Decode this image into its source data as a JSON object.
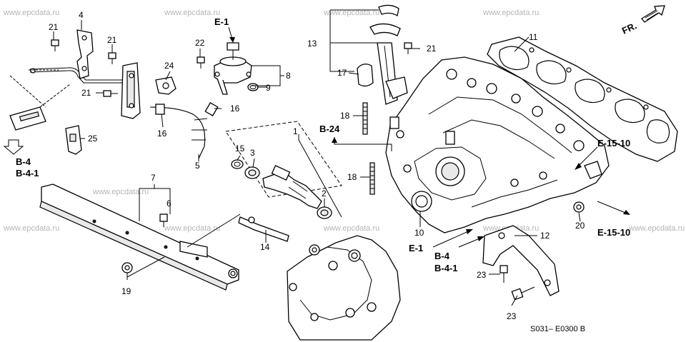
{
  "watermark": "www.epcdata.ru",
  "footer_code": "S031– E0300 B",
  "direction_label": "FR.",
  "part_numbers": {
    "p1": "1",
    "p2": "2",
    "p3": "3",
    "p4": "4",
    "p5": "5",
    "p6": "6",
    "p7": "7",
    "p8": "8",
    "p9": "9",
    "p10": "10",
    "p11": "11",
    "p12": "12",
    "p13": "13",
    "p14": "14",
    "p15": "15",
    "p16a": "16",
    "p16b": "16",
    "p17": "17",
    "p18a": "18",
    "p18b": "18",
    "p19": "19",
    "p20": "20",
    "p21a": "21",
    "p21b": "21",
    "p21c": "21",
    "p21d": "21",
    "p22": "22",
    "p23a": "23",
    "p23b": "23",
    "p24": "24",
    "p25": "25"
  },
  "references": {
    "e1_top": "E-1",
    "b4_left": "B-4",
    "b41_left": "B-4-1",
    "b24": "B-24",
    "e1_mid": "E-1",
    "b4_mid": "B-4",
    "b41_mid": "B-4-1",
    "e1510_upper": "E-15-10",
    "e1510_lower": "E-15-10"
  }
}
